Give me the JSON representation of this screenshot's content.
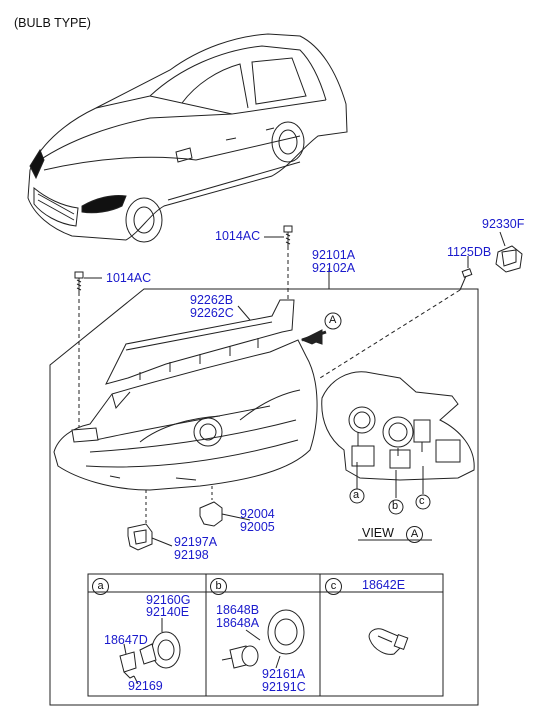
{
  "header": {
    "title": "(BULB TYPE)"
  },
  "parts": {
    "p1014ac_top": "1014AC",
    "p1014ac_left": "1014AC",
    "p92101a": "92101A",
    "p92102a": "92102A",
    "p1125db": "1125DB",
    "p92330f": "92330F",
    "p92262b": "92262B",
    "p92262c": "92262C",
    "p92004": "92004",
    "p92005": "92005",
    "p92197a": "92197A",
    "p92198": "92198"
  },
  "view": {
    "label": "VIEW",
    "marker": "A",
    "arrow_marker": "A"
  },
  "callouts": {
    "a": "a",
    "b": "b",
    "c": "c"
  },
  "detail_table": {
    "cells": [
      {
        "letter": "a",
        "parts": [
          "92160G",
          "92140E",
          "18647D",
          "92169"
        ]
      },
      {
        "letter": "b",
        "parts": [
          "18648B",
          "18648A",
          "92161A",
          "92191C"
        ]
      },
      {
        "letter": "c",
        "parts": [
          "18642E"
        ]
      }
    ]
  }
}
